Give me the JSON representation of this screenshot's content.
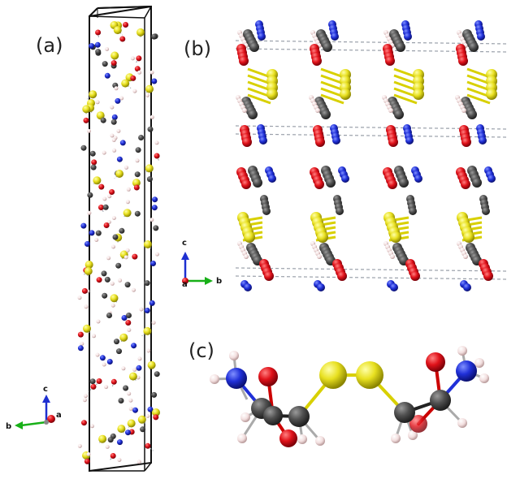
{
  "panels": {
    "a": {
      "label": "(a)",
      "axes": {
        "a": "a",
        "b": "b",
        "c": "c"
      }
    },
    "b": {
      "label": "(b)",
      "axes": {
        "a": "a",
        "b": "b",
        "c": "c"
      }
    },
    "c": {
      "label": "(c)"
    }
  },
  "colors": {
    "carbon": "#4a4a4a",
    "oxygen": "#e0121a",
    "nitrogen": "#2030d8",
    "sulfur": "#e8e020",
    "hydrogen": "#f2dede",
    "cell_edge": "#111111",
    "hbond": "#9aa0aa"
  }
}
